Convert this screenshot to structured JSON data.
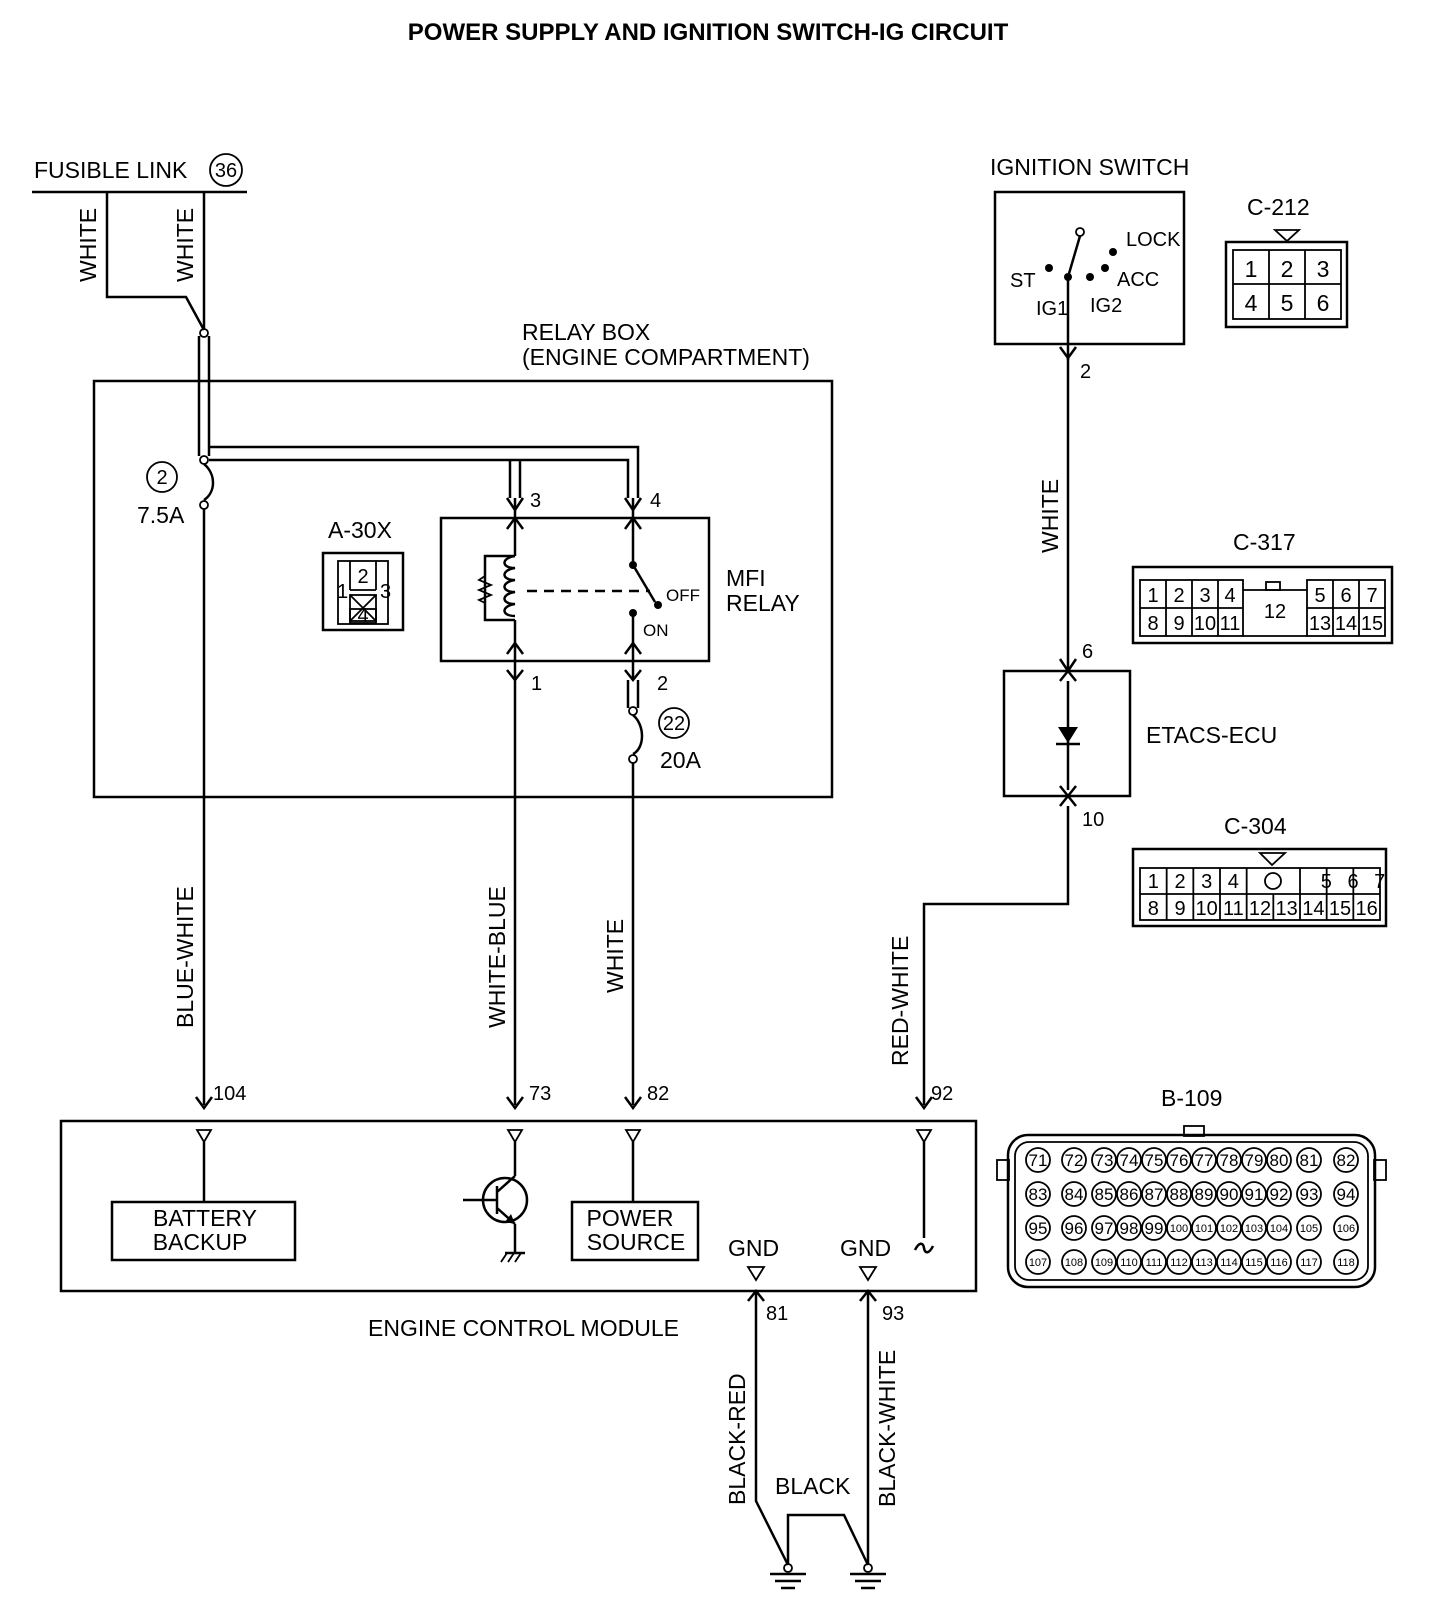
{
  "title": "POWER SUPPLY AND IGNITION SWITCH-IG CIRCUIT",
  "fusible_link": {
    "label": "FUSIBLE LINK",
    "number": "36"
  },
  "relay_box": {
    "line1": "RELAY BOX",
    "line2": "(ENGINE COMPARTMENT)"
  },
  "fuse_2": {
    "number": "2",
    "rating": "7.5A"
  },
  "fuse_22": {
    "number": "22",
    "rating": "20A"
  },
  "connector_a30x": {
    "name": "A-30X",
    "pins": [
      "1",
      "2",
      "3",
      "4"
    ]
  },
  "mfi_relay": {
    "line1": "MFI",
    "line2": "RELAY",
    "off_label": "OFF",
    "on_label": "ON",
    "pins": {
      "p1": "1",
      "p2": "2",
      "p3": "3",
      "p4": "4"
    }
  },
  "ignition_switch": {
    "label": "IGNITION SWITCH",
    "positions": {
      "lock": "LOCK",
      "acc": "ACC",
      "st": "ST",
      "ig1": "IG1",
      "ig2": "IG2"
    },
    "out_pin": "2"
  },
  "connector_c212": {
    "name": "C-212",
    "pins": [
      "1",
      "2",
      "3",
      "4",
      "5",
      "6"
    ]
  },
  "connector_c317": {
    "name": "C-317",
    "row1_left": [
      "1",
      "2",
      "3",
      "4"
    ],
    "center": "12",
    "row1_right": [
      "5",
      "6",
      "7"
    ],
    "row2_left": [
      "8",
      "9",
      "10",
      "11"
    ],
    "row2_right": [
      "13",
      "14",
      "15"
    ]
  },
  "etacs": {
    "label": "ETACS-ECU",
    "pin_in": "6",
    "pin_out": "10"
  },
  "connector_c304": {
    "name": "C-304",
    "row1": [
      "1",
      "2",
      "3",
      "4",
      "",
      "5",
      "6",
      "7"
    ],
    "row2": [
      "8",
      "9",
      "10",
      "11",
      "12",
      "13",
      "14",
      "15",
      "16"
    ]
  },
  "wires": {
    "white_a": "WHITE",
    "white_b": "WHITE",
    "blue_white": "BLUE-WHITE",
    "white_blue": "WHITE-BLUE",
    "white_c": "WHITE",
    "white_ig": "WHITE",
    "red_white": "RED-WHITE",
    "black_red": "BLACK-RED",
    "black": "BLACK",
    "black_white": "BLACK-WHITE"
  },
  "ecm": {
    "label": "ENGINE CONTROL MODULE",
    "battery_backup_1": "BATTERY",
    "battery_backup_2": "BACKUP",
    "power_source_1": "POWER",
    "power_source_2": "SOURCE",
    "gnd": "GND",
    "pins": {
      "p104": "104",
      "p73": "73",
      "p82": "82",
      "p92": "92",
      "p81": "81",
      "p93": "93"
    }
  },
  "connector_b109": {
    "name": "B-109",
    "rows": [
      [
        "71",
        "72",
        "73",
        "74",
        "75",
        "76",
        "77",
        "78",
        "79",
        "80",
        "81",
        "82"
      ],
      [
        "83",
        "84",
        "85",
        "86",
        "87",
        "88",
        "89",
        "90",
        "91",
        "92",
        "93",
        "94"
      ],
      [
        "95",
        "96",
        "97",
        "98",
        "99",
        "100",
        "101",
        "102",
        "103",
        "104",
        "105",
        "106"
      ],
      [
        "107",
        "108",
        "109",
        "110",
        "111",
        "112",
        "113",
        "114",
        "115",
        "116",
        "117",
        "118"
      ]
    ]
  }
}
